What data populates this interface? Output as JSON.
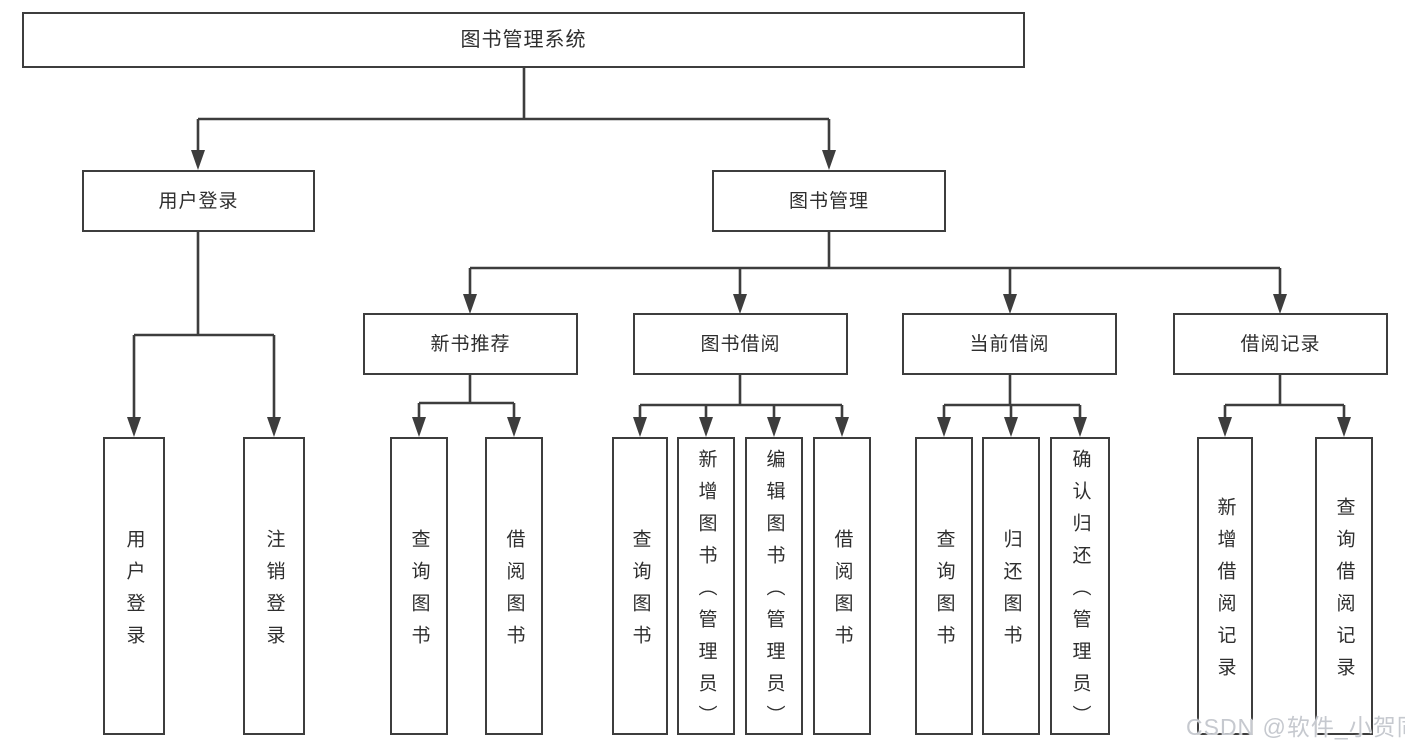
{
  "tree": {
    "root": {
      "label": "图书管理系统",
      "children": [
        {
          "label": "用户登录",
          "children": [
            {
              "label": "用户登录"
            },
            {
              "label": "注销登录"
            }
          ]
        },
        {
          "label": "图书管理",
          "children": [
            {
              "label": "新书推荐",
              "children": [
                {
                  "label": "查询图书"
                },
                {
                  "label": "借阅图书"
                }
              ]
            },
            {
              "label": "图书借阅",
              "children": [
                {
                  "label": "查询图书"
                },
                {
                  "label": "新增图书（管理员）"
                },
                {
                  "label": "编辑图书（管理员）"
                },
                {
                  "label": "借阅图书"
                }
              ]
            },
            {
              "label": "当前借阅",
              "children": [
                {
                  "label": "查询图书"
                },
                {
                  "label": "归还图书"
                },
                {
                  "label": "确认归还（管理员）"
                }
              ]
            },
            {
              "label": "借阅记录",
              "children": [
                {
                  "label": "新增借阅记录"
                },
                {
                  "label": "查询借阅记录"
                }
              ]
            }
          ]
        }
      ]
    }
  },
  "watermark": {
    "text": "CSDN @软件_小贺同学"
  },
  "colors": {
    "line": "#3d3d3d",
    "box_border": "#3d3d3d",
    "text": "#2e2e2e",
    "watermark": "#c6c9cf",
    "background": "#ffffff"
  }
}
